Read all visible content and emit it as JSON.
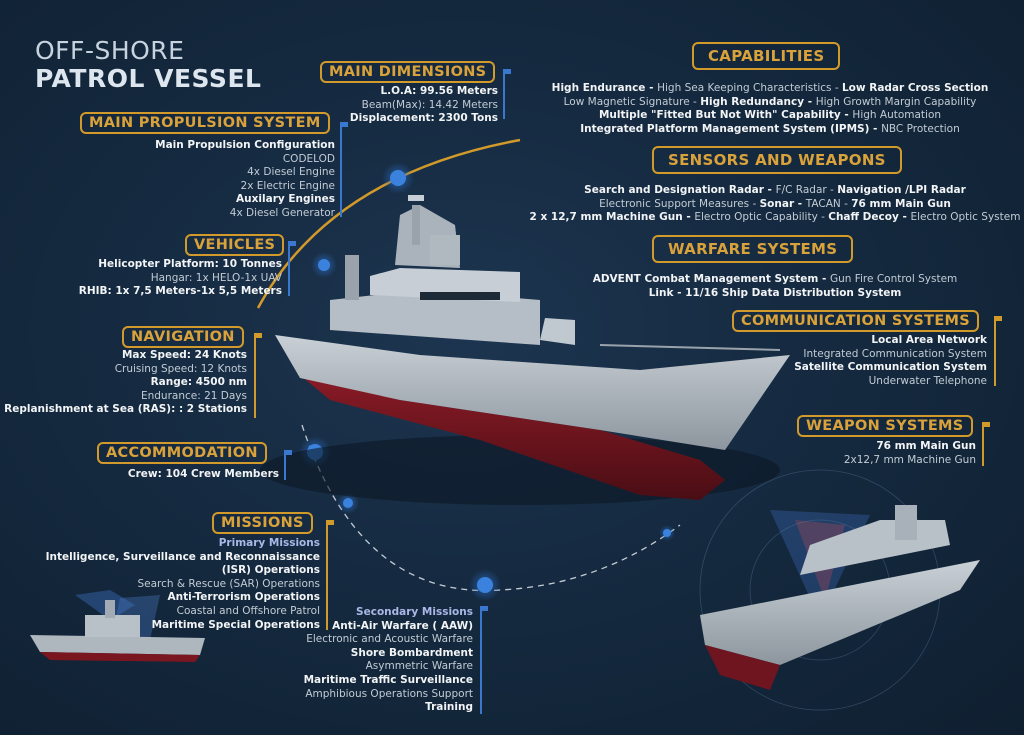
{
  "title": {
    "line1": "OFF-SHORE",
    "line2": "PATROL VESSEL"
  },
  "colors": {
    "background": "#152a40",
    "accent": "#d29a2a",
    "marker": "#3a78d0",
    "text": "#c3ccd5",
    "hull_red": "#7a1620"
  },
  "sections": {
    "main_dimensions": {
      "header": "MAIN DIMENSIONS",
      "lines": [
        {
          "t": "L.O.A: 99.56 Meters",
          "s": "b"
        },
        {
          "t": "Beam(Max): 14.42 Meters",
          "s": "n"
        },
        {
          "t": "Displacement: 2300 Tons",
          "s": "b"
        }
      ]
    },
    "main_propulsion": {
      "header": "MAIN PROPULSION SYSTEM",
      "lines": [
        {
          "t": "Main Propulsion Configuration",
          "s": "b"
        },
        {
          "t": "CODELOD",
          "s": "n"
        },
        {
          "t": "4x Diesel Engine",
          "s": "n"
        },
        {
          "t": "2x Electric Engine",
          "s": "n"
        },
        {
          "t": "Auxilary Engines",
          "s": "b"
        },
        {
          "t": "4x Diesel Generator",
          "s": "n"
        }
      ]
    },
    "vehicles": {
      "header": "VEHICLES",
      "lines": [
        {
          "t": "Helicopter Platform: 10 Tonnes",
          "s": "b"
        },
        {
          "t": "Hangar: 1x HELO-1x UAV",
          "s": "n"
        },
        {
          "t": "RHIB: 1x 7,5 Meters-1x 5,5 Meters",
          "s": "b"
        }
      ]
    },
    "navigation": {
      "header": "NAVIGATION",
      "lines": [
        {
          "t": "Max Speed: 24 Knots",
          "s": "b"
        },
        {
          "t": "Cruising Speed: 12 Knots",
          "s": "n"
        },
        {
          "t": "Range: 4500 nm",
          "s": "b"
        },
        {
          "t": "Endurance: 21 Days",
          "s": "n"
        },
        {
          "t": "Replanishment at Sea (RAS): : 2 Stations",
          "s": "b"
        }
      ]
    },
    "accommodation": {
      "header": "ACCOMMODATION",
      "lines": [
        {
          "t": "Crew: 104 Crew Members",
          "s": "b"
        }
      ]
    },
    "missions": {
      "header": "MISSIONS",
      "primary": [
        {
          "t": "Primary Missions",
          "s": "sb"
        },
        {
          "t": "Intelligence, Surveillance and Reconnaissance",
          "s": "b"
        },
        {
          "t": "(ISR) Operations",
          "s": "b"
        },
        {
          "t": "Search & Rescue (SAR) Operations",
          "s": "n"
        },
        {
          "t": "Anti-Terrorism Operations",
          "s": "b"
        },
        {
          "t": "Coastal and Offshore Patrol",
          "s": "n"
        },
        {
          "t": "Maritime Special Operations",
          "s": "b"
        }
      ],
      "secondary": [
        {
          "t": "Secondary Missions",
          "s": "sb"
        },
        {
          "t": "Anti-Air Warfare ( AAW)",
          "s": "b"
        },
        {
          "t": "Electronic and Acoustic Warfare",
          "s": "n"
        },
        {
          "t": "Shore Bombardment",
          "s": "b"
        },
        {
          "t": "Asymmetric Warfare",
          "s": "n"
        },
        {
          "t": "Maritime Traffic Surveillance",
          "s": "b"
        },
        {
          "t": "Amphibious Operations Support",
          "s": "n"
        },
        {
          "t": "Training",
          "s": "b"
        }
      ]
    },
    "capabilities": {
      "header": "CAPABILITIES",
      "lines": [
        [
          {
            "t": "High Endurance - ",
            "s": "b"
          },
          {
            "t": "High Sea Keeping Characteristics - ",
            "s": "n"
          },
          {
            "t": "Low Radar Cross Section",
            "s": "b"
          }
        ],
        [
          {
            "t": "Low Magnetic Signature - ",
            "s": "n"
          },
          {
            "t": "High Redundancy - ",
            "s": "b"
          },
          {
            "t": "High Growth Margin Capability",
            "s": "n"
          }
        ],
        [
          {
            "t": "Multiple \"Fitted But Not With\" Capability - ",
            "s": "b"
          },
          {
            "t": "High Automation",
            "s": "n"
          }
        ],
        [
          {
            "t": "Integrated Platform Management System (IPMS) - ",
            "s": "b"
          },
          {
            "t": "NBC Protection",
            "s": "n"
          }
        ]
      ]
    },
    "sensors_weapons": {
      "header": "SENSORS AND WEAPONS",
      "lines": [
        [
          {
            "t": "Search and Designation Radar - ",
            "s": "b"
          },
          {
            "t": "F/C Radar - ",
            "s": "n"
          },
          {
            "t": "Navigation /LPI Radar",
            "s": "b"
          }
        ],
        [
          {
            "t": "Electronic Support Measures - ",
            "s": "n"
          },
          {
            "t": "Sonar - ",
            "s": "b"
          },
          {
            "t": "TACAN - ",
            "s": "n"
          },
          {
            "t": "76 mm Main Gun",
            "s": "b"
          }
        ],
        [
          {
            "t": "2 x 12,7 mm Machine Gun - ",
            "s": "b"
          },
          {
            "t": "Electro Optic Capability - ",
            "s": "n"
          },
          {
            "t": "Chaff Decoy - ",
            "s": "b"
          },
          {
            "t": "Electro Optic System",
            "s": "n"
          }
        ]
      ]
    },
    "warfare_systems": {
      "header": "WARFARE SYSTEMS",
      "lines": [
        [
          {
            "t": "ADVENT Combat Management System - ",
            "s": "b"
          },
          {
            "t": "Gun Fire Control System",
            "s": "n"
          }
        ],
        [
          {
            "t": "Link - 11/16 Ship Data Distribution System",
            "s": "b"
          }
        ]
      ]
    },
    "communication_systems": {
      "header": "COMMUNICATION SYSTEMS",
      "lines": [
        {
          "t": "Local Area Network",
          "s": "b"
        },
        {
          "t": "Integrated Communication System",
          "s": "n"
        },
        {
          "t": "Satellite Communication System",
          "s": "b"
        },
        {
          "t": "Underwater Telephone",
          "s": "n"
        }
      ]
    },
    "weapon_systems": {
      "header": "WEAPON SYSTEMS",
      "lines": [
        {
          "t": "76 mm Main Gun",
          "s": "b"
        },
        {
          "t": "2x12,7 mm Machine Gun",
          "s": "n"
        }
      ]
    }
  }
}
